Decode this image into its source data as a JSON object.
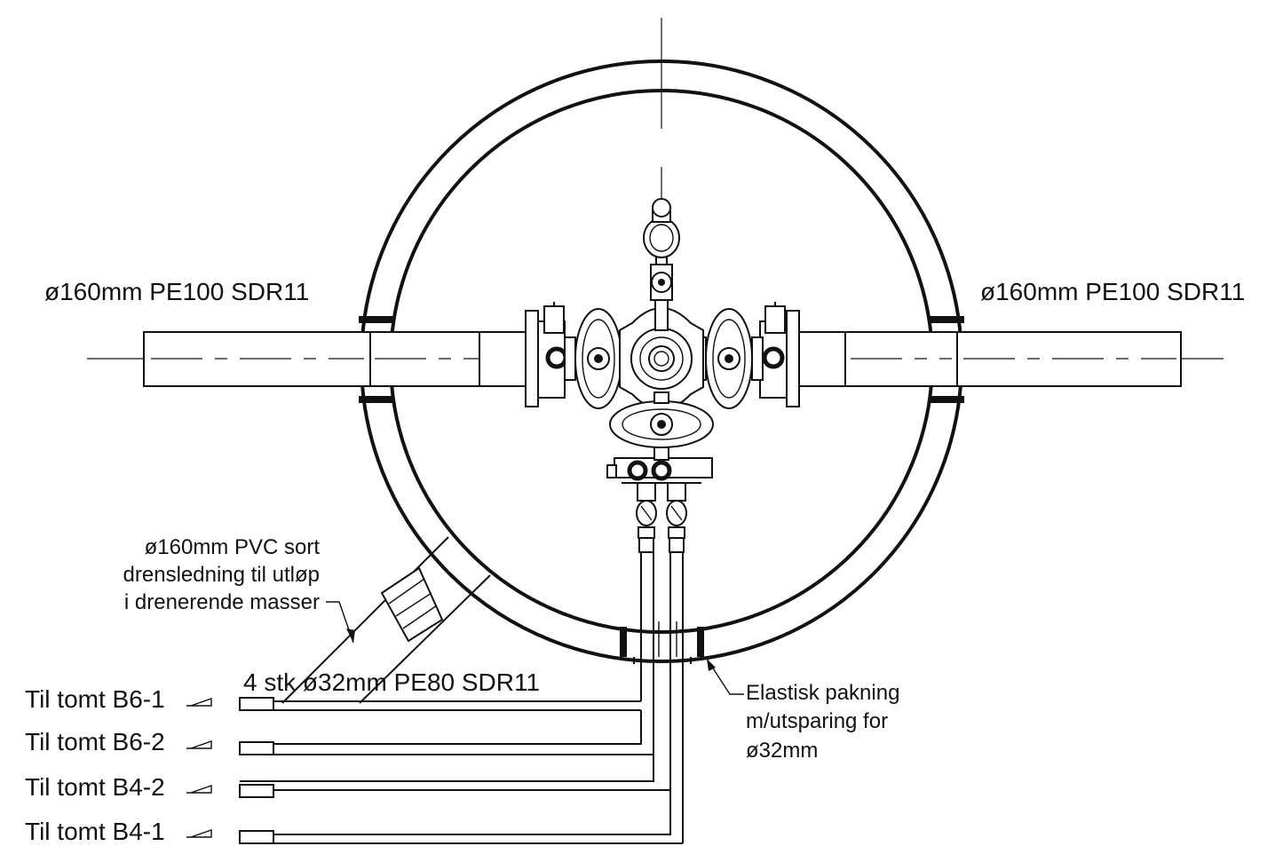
{
  "labels": {
    "pipe_left": "ø160mm PE100 SDR11",
    "pipe_right": "ø160mm PE100 SDR11",
    "drain_line1": "ø160mm PVC sort",
    "drain_line2": "drensledning til utløp",
    "drain_line3": "i drenerende masser",
    "service_pipes": "4 stk ø32mm PE80 SDR11",
    "gasket_line1": "Elastisk pakning",
    "gasket_line2": "m/utsparing for",
    "gasket_line3": "ø32mm"
  },
  "outlets": [
    {
      "label": "Til tomt B6-1"
    },
    {
      "label": "Til tomt B6-2"
    },
    {
      "label": "Til tomt B4-2"
    },
    {
      "label": "Til tomt B4-1"
    }
  ],
  "colors": {
    "line": "#111111",
    "background": "#ffffff"
  }
}
